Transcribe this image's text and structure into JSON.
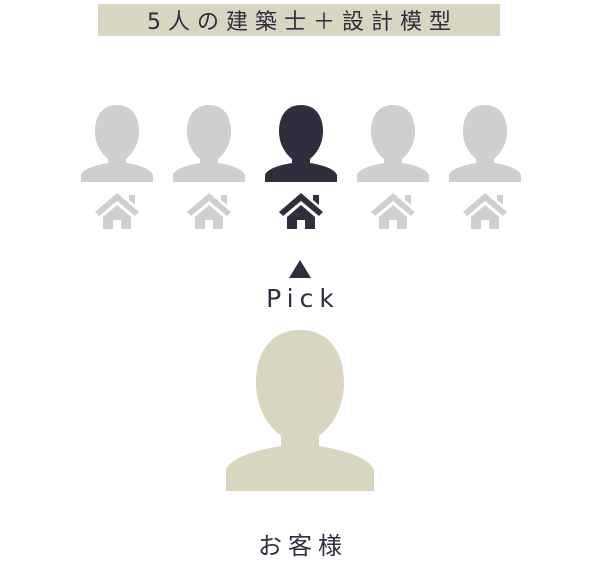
{
  "title": "5人の建築士＋設計模型",
  "architects": [
    {
      "icon": "architect-person-icon",
      "house_icon": "house-icon",
      "state": "unselected"
    },
    {
      "icon": "architect-person-icon",
      "house_icon": "house-icon",
      "state": "unselected"
    },
    {
      "icon": "architect-person-icon",
      "house_icon": "house-icon",
      "state": "selected"
    },
    {
      "icon": "architect-person-icon",
      "house_icon": "house-icon",
      "state": "unselected"
    },
    {
      "icon": "architect-person-icon",
      "house_icon": "house-icon",
      "state": "unselected"
    }
  ],
  "pick": {
    "arrow_icon": "up-triangle-icon",
    "label": "Pick"
  },
  "client": {
    "icon": "client-person-icon",
    "label": "お客様"
  },
  "colors": {
    "banner_bg": "#d8d6c1",
    "text": "#2e2e3c",
    "selected": "#2e2e3c",
    "unselected": "#cfcfd1",
    "client": "#d8d6c1"
  }
}
